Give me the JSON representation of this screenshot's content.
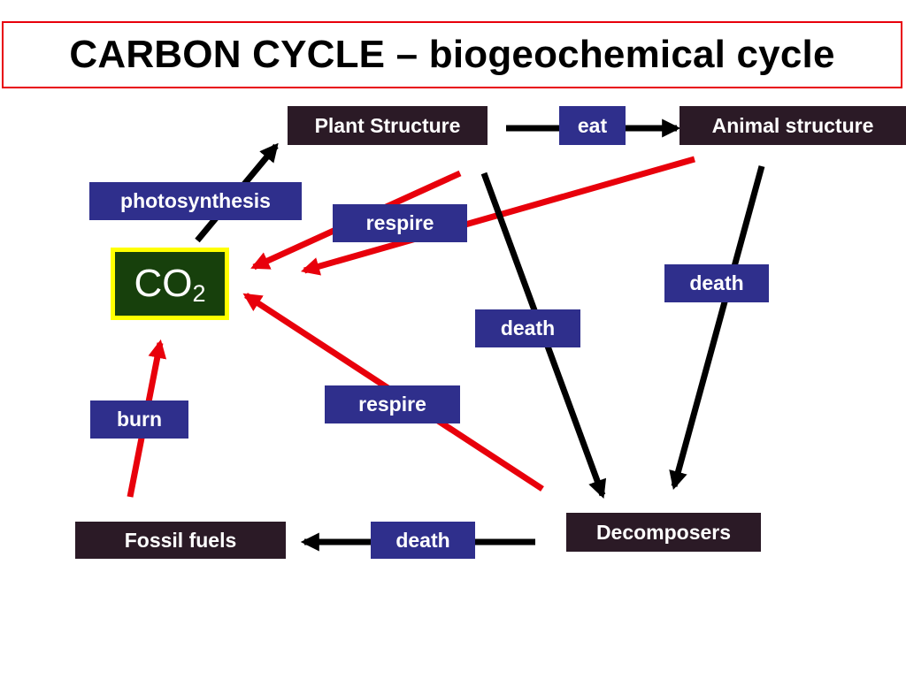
{
  "title": "CARBON CYCLE – biogeochemical cycle",
  "colors": {
    "title_border": "#e8000b",
    "node_background": "#2b1a26",
    "process_label_background": "#2f2f8c",
    "co2_background": "#17400c",
    "co2_border": "#ffff00",
    "carbon_to_atmosphere_arrow": "#e8000b",
    "carbon_transfer_arrow": "#000000"
  },
  "nodes": {
    "plant_structure": "Plant Structure",
    "animal_structure": "Animal structure",
    "co2_main": "CO",
    "co2_subscript": "2",
    "decomposers": "Decomposers",
    "fossil_fuels": "Fossil fuels"
  },
  "processes": {
    "eat": "eat",
    "photosynthesis": "photosynthesis",
    "respire_plants_animals": "respire",
    "death_animal": "death",
    "death_plant": "death",
    "respire_decomposers": "respire",
    "burn": "burn",
    "death_decomposers": "death"
  }
}
